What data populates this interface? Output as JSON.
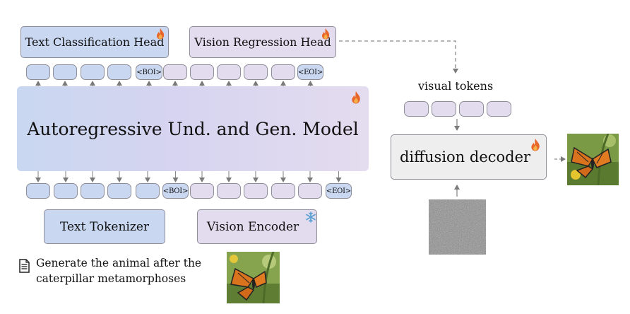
{
  "heads": {
    "text_head": "Text Classification Head",
    "vision_head": "Vision Regression Head"
  },
  "model": {
    "title": "Autoregressive Und. and Gen. Model"
  },
  "tokens": {
    "boi": "<BOI>",
    "eoi": "<EOI>"
  },
  "encoders": {
    "text_tokenizer": "Text Tokenizer",
    "vision_encoder": "Vision Encoder"
  },
  "decoder": {
    "visual_tokens_label": "visual tokens",
    "diffusion_decoder": "diffusion decoder"
  },
  "prompt": {
    "line1": "Generate the animal after the",
    "line2": "caterpillar metamorphoses"
  },
  "icons": {
    "trainable": "flame-icon",
    "frozen": "snowflake-icon",
    "document": "document-icon"
  },
  "colors": {
    "text_blue": "#c9d7f1",
    "vision_purple": "#e3dcef",
    "decoder_gray": "#eeeeee",
    "flame": "#e8662a"
  }
}
